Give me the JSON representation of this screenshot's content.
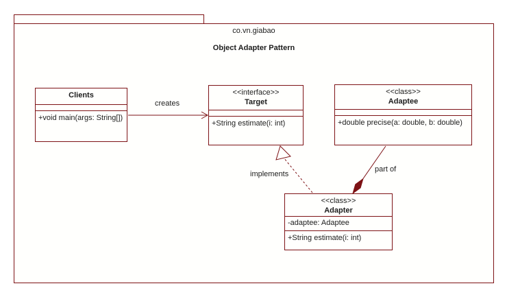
{
  "colors": {
    "line": "#7D1215",
    "text": "#1C1C1C",
    "node_fill": "#FFFFFD",
    "background": "#FFFFFF"
  },
  "package": {
    "name": "co.vn.giabao",
    "title": "Object Adapter Pattern"
  },
  "classes": {
    "clients": {
      "name": "Clients",
      "attributes": [],
      "methods": [
        "+void main(args: String[])"
      ]
    },
    "target": {
      "stereotype": "<<interface>>",
      "name": "Target",
      "attributes": [],
      "methods": [
        "+String estimate(i: int)"
      ]
    },
    "adaptee": {
      "stereotype": "<<class>>",
      "name": "Adaptee",
      "attributes": [],
      "methods": [
        "+double precise(a: double, b: double)"
      ]
    },
    "adapter": {
      "stereotype": "<<class>>",
      "name": "Adapter",
      "attributes": [
        "-adaptee: Adaptee"
      ],
      "methods": [
        "+String estimate(i: int)"
      ]
    }
  },
  "edges": {
    "creates": {
      "label": "creates",
      "type": "association",
      "from": "Clients",
      "to": "Target"
    },
    "implements": {
      "label": "implements",
      "type": "realization",
      "from": "Adapter",
      "to": "Target"
    },
    "part_of": {
      "label": "part of",
      "type": "composition",
      "from": "Adaptee",
      "to": "Adapter"
    }
  }
}
